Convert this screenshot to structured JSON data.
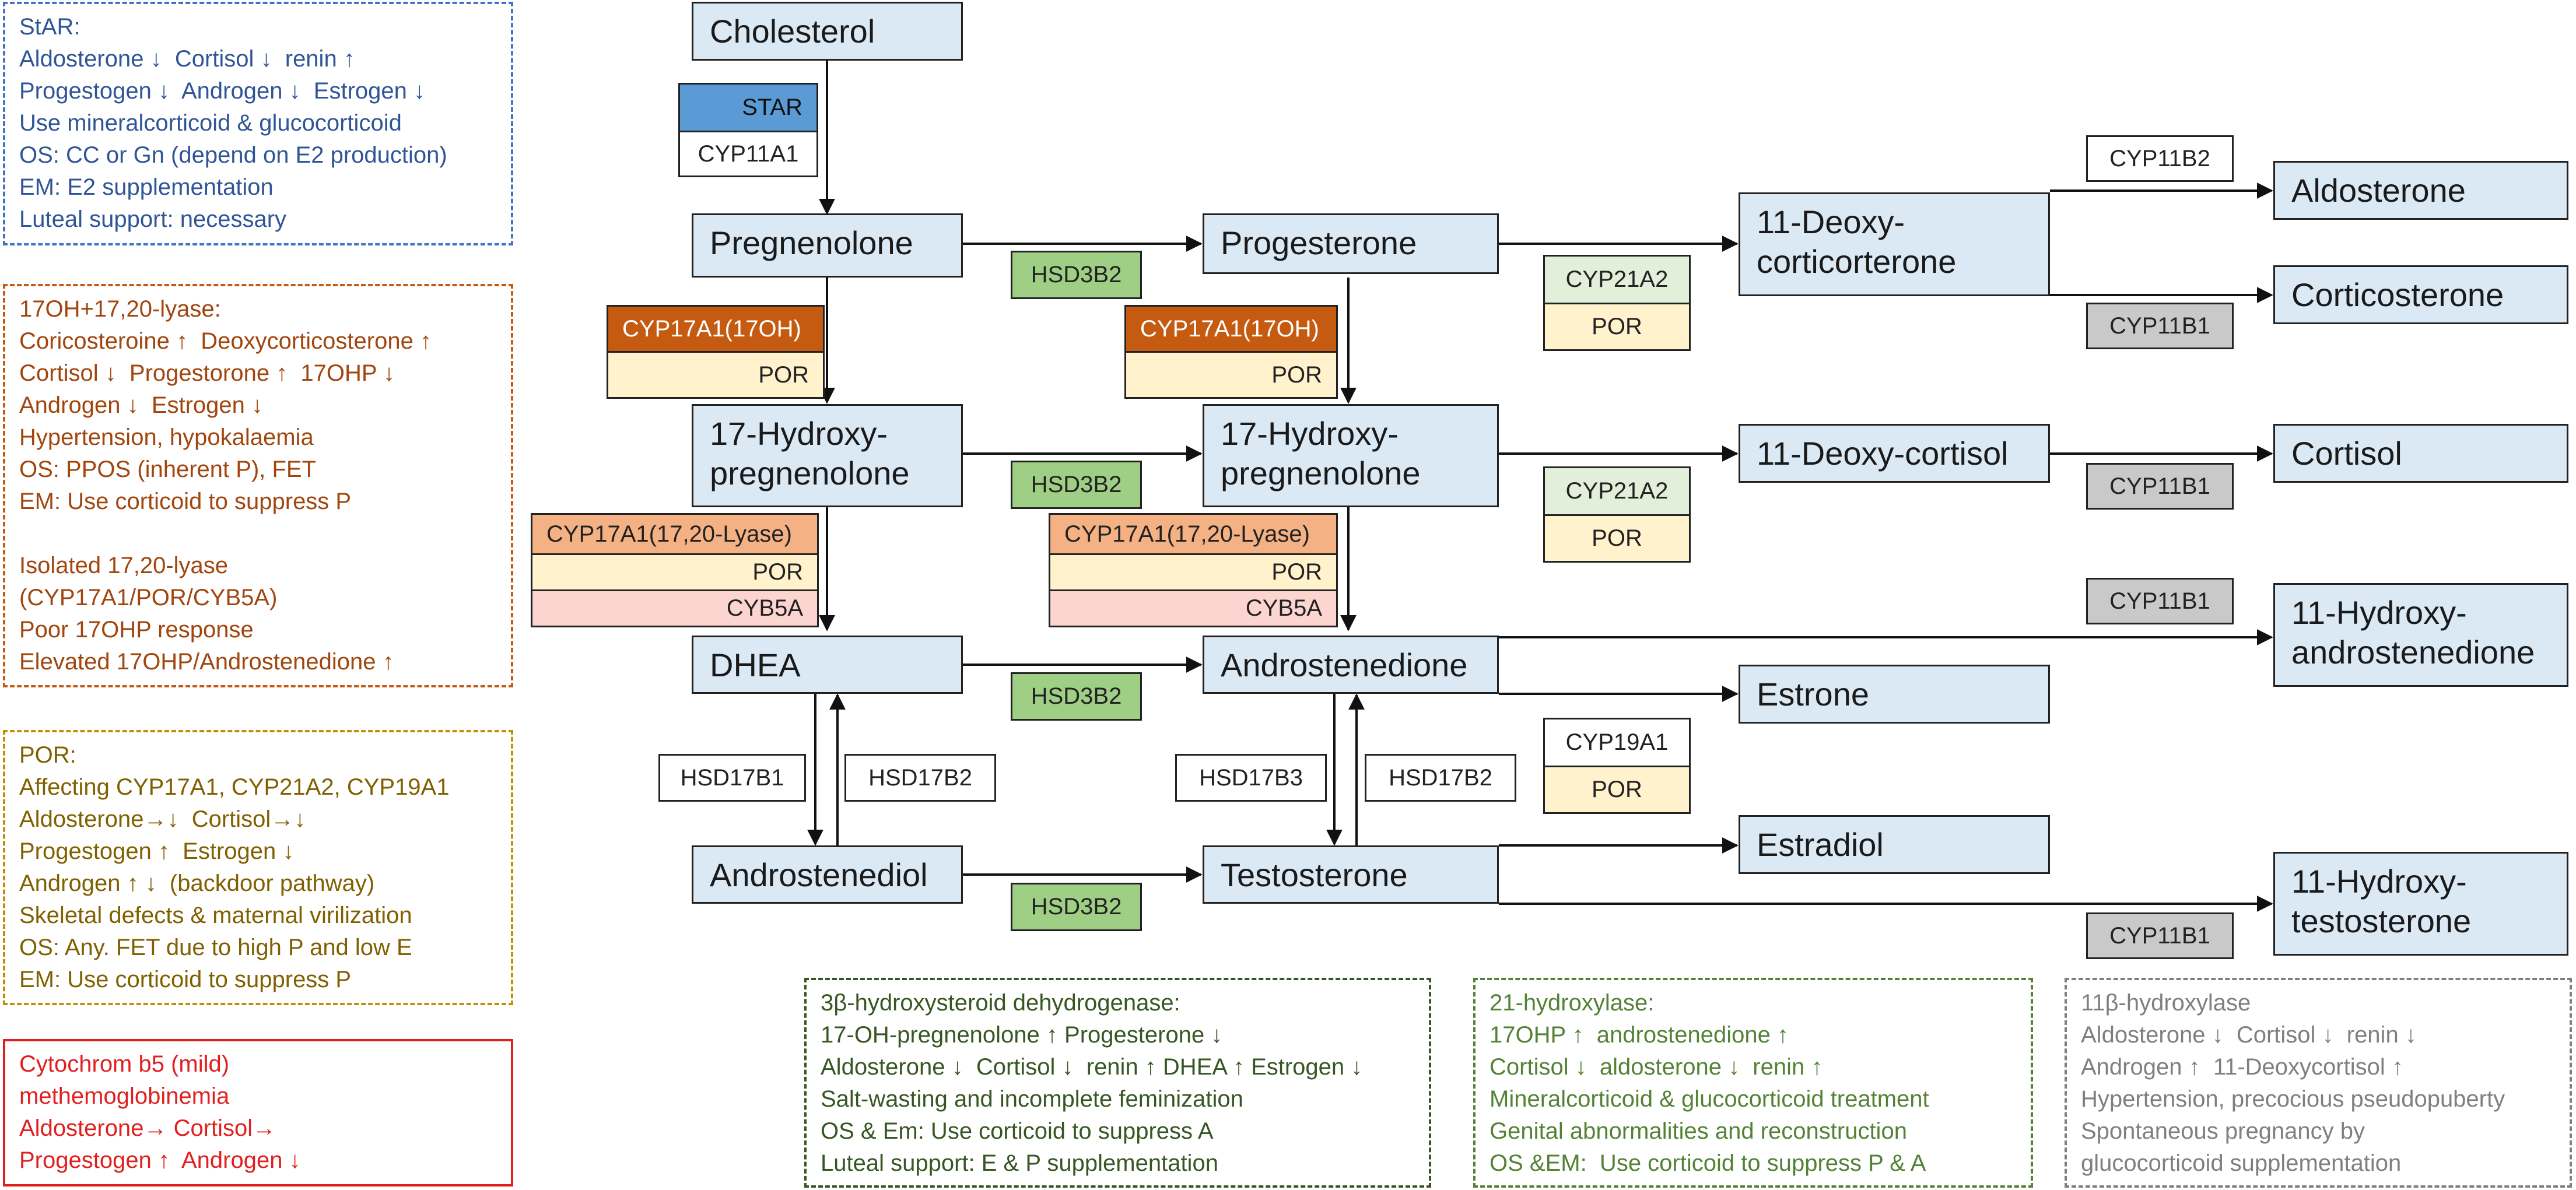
{
  "metabolites": {
    "cholesterol": "Cholesterol",
    "pregnenolone": "Pregnenolone",
    "progesterone": "Progesterone",
    "deoxycorticosterone": "11-Deoxy-\ncorticorterone",
    "aldosterone": "Aldosterone",
    "corticosterone": "Corticosterone",
    "hydroxypregnenolone_a": "17-Hydroxy-\npregnenolone",
    "hydroxypregnenolone_b": "17-Hydroxy-\npregnenolone",
    "deoxycortisol": "11-Deoxy-cortisol",
    "cortisol": "Cortisol",
    "dhea": "DHEA",
    "androstenedione": "Androstenedione",
    "hydroxyandrostenedione": "11-Hydroxy-\nandrostenedione",
    "estrone": "Estrone",
    "androstenediol": "Androstenediol",
    "testosterone": "Testosterone",
    "estradiol": "Estradiol",
    "hydroxytestosterone": "11-Hydroxy-\ntestosterone"
  },
  "enzymes": {
    "star": "STAR",
    "cyp11a1": "CYP11A1",
    "hsd3b2_1": "HSD3B2",
    "cyp17a1_17oh_1": "CYP17A1(17OH)",
    "por_1": "POR",
    "cyp17a1_17oh_2": "CYP17A1(17OH)",
    "por_2": "POR",
    "cyp21a2_1": "CYP21A2",
    "por_3": "POR",
    "cyp11b2": "CYP11B2",
    "cyp11b1_1": "CYP11B1",
    "hsd3b2_2": "HSD3B2",
    "cyp21a2_2": "CYP21A2",
    "por_4": "POR",
    "cyp11b1_2": "CYP11B1",
    "cyp17a1_lyase_1": "CYP17A1(17,20-Lyase)",
    "por_5": "POR",
    "cyb5a_1": "CYB5A",
    "cyp17a1_lyase_2": "CYP17A1(17,20-Lyase)",
    "por_6": "POR",
    "cyb5a_2": "CYB5A",
    "cyp11b1_3": "CYP11B1",
    "hsd3b2_3": "HSD3B2",
    "cyp19a1": "CYP19A1",
    "por_7": "POR",
    "hsd17b1": "HSD17B1",
    "hsd17b2_1": "HSD17B2",
    "hsd17b3": "HSD17B3",
    "hsd17b2_2": "HSD17B2",
    "hsd3b2_4": "HSD3B2",
    "cyp11b1_4": "CYP11B1"
  },
  "notes": {
    "star": "StAR:\nAldosterone ↓  Cortisol ↓  renin ↑\nProgestogen ↓  Androgen ↓  Estrogen ↓\nUse mineralcorticoid & glucocorticoid\nOS: CC or Gn (depend on E2 production)\nEM: E2 supplementation\nLuteal support: necessary",
    "cyp17": "17OH+17,20-lyase:\nCoricosteroine ↑  Deoxycorticosterone ↑\nCortisol ↓  Progestorone ↑  17OHP ↓\nAndrogen ↓  Estrogen ↓\nHypertension, hypokalaemia\nOS: PPOS (inherent P), FET\nEM: Use corticoid to suppress P\n\nIsolated 17,20-lyase\n(CYP17A1/POR/CYB5A)\nPoor 17OHP response\nElevated 17OHP/Androstenedione ↑",
    "por": "POR:\nAffecting CYP17A1, CYP21A2, CYP19A1\nAldosterone→↓  Cortisol→↓\nProgestogen ↑  Estrogen ↓\nAndrogen ↑ ↓  (backdoor pathway)\nSkeletal defects & maternal virilization\nOS: Any. FET due to high P and low E\nEM: Use corticoid to suppress P",
    "cyb5": "Cytochrom b5 (mild)\nmethemoglobinemia\nAldosterone→ Cortisol→\nProgestogen ↑  Androgen ↓",
    "hsd3b": "3β-hydroxysteroid dehydrogenase:\n17-OH-pregnenolone ↑ Progesterone ↓\nAldosterone ↓  Cortisol ↓  renin ↑ DHEA ↑ Estrogen ↓\nSalt-wasting and incomplete feminization\nOS & Em: Use corticoid to suppress A\nLuteal support: E & P supplementation",
    "cyp21": "21-hydroxylase:\n17OHP ↑  androstenedione ↑\nCortisol ↓  aldosterone ↓  renin ↑\nMineralcorticoid & glucocorticoid treatment\nGenital abnormalities and reconstruction\nOS &EM:  Use corticoid to suppress P & A",
    "cyp11b": "11β-hydroxylase\nAldosterone ↓  Cortisol ↓  renin ↓\nAndrogen ↑  11-Deoxycortisol ↑\nHypertension, precocious pseudopuberty\nSpontaneous pregnancy by\nglucocorticoid supplementation"
  },
  "colors": {
    "metabolite_fill": "#dbe9f5",
    "note_star": "#2f5597",
    "note_cyp17": "#c55a11",
    "note_por": "#8c6d00",
    "note_cyb5": "#e0201f",
    "note_hsd3b": "#375623",
    "note_cyp21": "#548235",
    "note_cyp11b": "#7f7f7f"
  }
}
